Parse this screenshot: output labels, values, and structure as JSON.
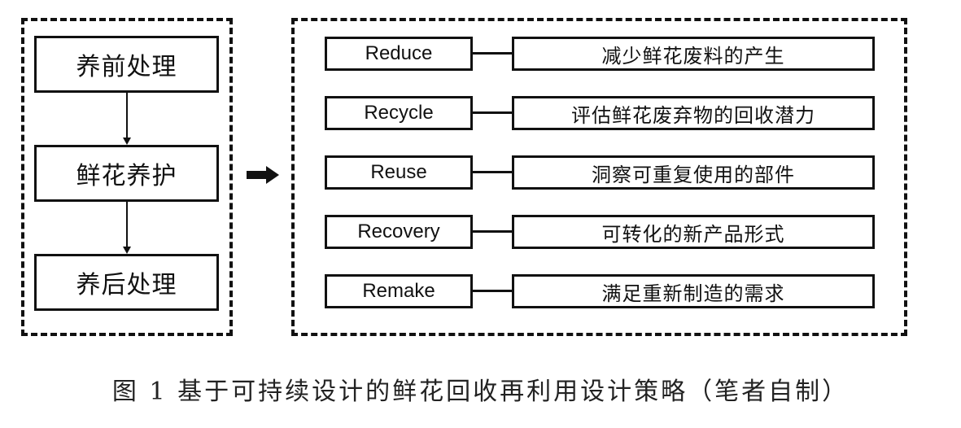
{
  "process": {
    "stages": [
      "养前处理",
      "鲜花养护",
      "养后处理"
    ]
  },
  "strategies": [
    {
      "term": "Reduce",
      "description": "减少鲜花废料的产生"
    },
    {
      "term": "Recycle",
      "description": "评估鲜花废弃物的回收潜力"
    },
    {
      "term": "Reuse",
      "description": "洞察可重复使用的部件"
    },
    {
      "term": "Recovery",
      "description": "可转化的新产品形式"
    },
    {
      "term": "Remake",
      "description": "满足重新制造的需求"
    }
  ],
  "caption": "图 1 基于可持续设计的鲜花回收再利用设计策略（笔者自制）",
  "colors": {
    "stroke": "#111111",
    "background": "#ffffff"
  }
}
